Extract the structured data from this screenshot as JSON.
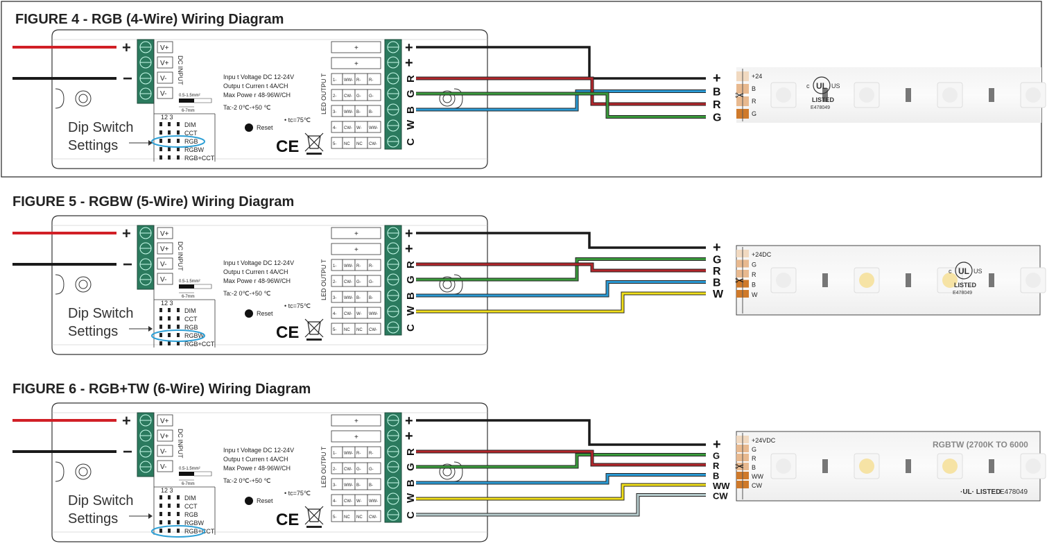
{
  "figures": [
    {
      "title": "FIGURE 4 - RGB (4-Wire) Wiring Diagram",
      "selected_setting": "RGB",
      "output_wires": [
        "+",
        "B",
        "R",
        "G"
      ],
      "strip_labels": [
        "+24",
        "B",
        "R",
        "G"
      ],
      "strip_product_label": ""
    },
    {
      "title": "FIGURE 5 - RGBW (5-Wire) Wiring Diagram",
      "selected_setting": "RGBW",
      "output_wires": [
        "+",
        "G",
        "R",
        "B",
        "W"
      ],
      "strip_labels": [
        "+24DC",
        "G",
        "R",
        "B",
        "W"
      ],
      "strip_product_label": ""
    },
    {
      "title": "FIGURE 6 - RGB+TW (6-Wire) Wiring Diagram",
      "selected_setting": "RGB+CCT",
      "output_wires": [
        "+",
        "G",
        "R",
        "B",
        "WW",
        "CW"
      ],
      "strip_labels": [
        "+24VDC",
        "G",
        "R",
        "B",
        "WW",
        "CW"
      ],
      "strip_product_label": "RGBTW (2700K TO 6000"
    }
  ],
  "controller": {
    "dc_input_label": "DC INPUT",
    "input_terminals": [
      "V+",
      "V+",
      "V-",
      "V-"
    ],
    "plus_sign": "+",
    "minus_sign": "−",
    "wire_gauge": "0.5-1.5mm²",
    "strip_length": "6-7mm",
    "specs": {
      "fig4": [
        "Inpu t Voltage  DC 12-24V",
        "Outpu t Curren t 4A/CH",
        "Max Powe r 48-96W/CH",
        "Ta:-2 0℃-+50 ℃"
      ],
      "fig5": [
        "Inpu t Voltage  DC 12-24V",
        "Outpu t Curren t 4A/CH",
        "Max Powe r 48-96W/CH",
        "Ta:-2 0℃-+50 ℃"
      ],
      "fig6": [
        "Inpu t Voltage  DC 12-24V",
        "Outpu t Curren t 4A/CH",
        "Max Powe r 48-96W/CH",
        "Ta:-2 0℃-+50 ℃"
      ]
    },
    "tc": "• tc=75℃",
    "reset_label": "Reset",
    "ce_mark": "CE",
    "dip_numbers": "12    3",
    "dip_settings": [
      "DIM",
      "CCT",
      "RGB",
      "RGBW",
      "RGB+CCT"
    ],
    "dip_caption_line1": "Dip Switch",
    "dip_caption_line2": "Settings",
    "led_output_label": "LED OUTPU T",
    "output_table": [
      [
        "+"
      ],
      [
        "+"
      ],
      [
        "1-",
        "WW-",
        "R-",
        "R-"
      ],
      [
        "2-",
        "CW-",
        "G-",
        "G-"
      ],
      [
        "3-",
        "WW-",
        "B-",
        "B-"
      ],
      [
        "4-",
        "CW-",
        "W-",
        "WW-"
      ],
      [
        "5-",
        "NC",
        "NC",
        "CW-"
      ]
    ],
    "output_terminal_letters": [
      "+",
      "+",
      "R",
      "G",
      "B",
      "W",
      "C"
    ]
  },
  "strip": {
    "ul_c": "c",
    "ul_mark": "UL",
    "ul_us": "US",
    "ul_listed": "LISTED",
    "ul_number": "E478049",
    "ul_inline": "·UL· LISTED",
    "ul_inline_number": "E478049"
  },
  "colors": {
    "red": "#d11f26",
    "black": "#1a1a1a",
    "wire_red": "#b3262b",
    "wire_green": "#3a9a3c",
    "wire_blue": "#2b9ad4",
    "wire_yellow": "#f2e01a",
    "wire_cw": "#b6cbcc",
    "terminal_green": "#2b7a5e",
    "ellipse": "#2ea0d6"
  }
}
